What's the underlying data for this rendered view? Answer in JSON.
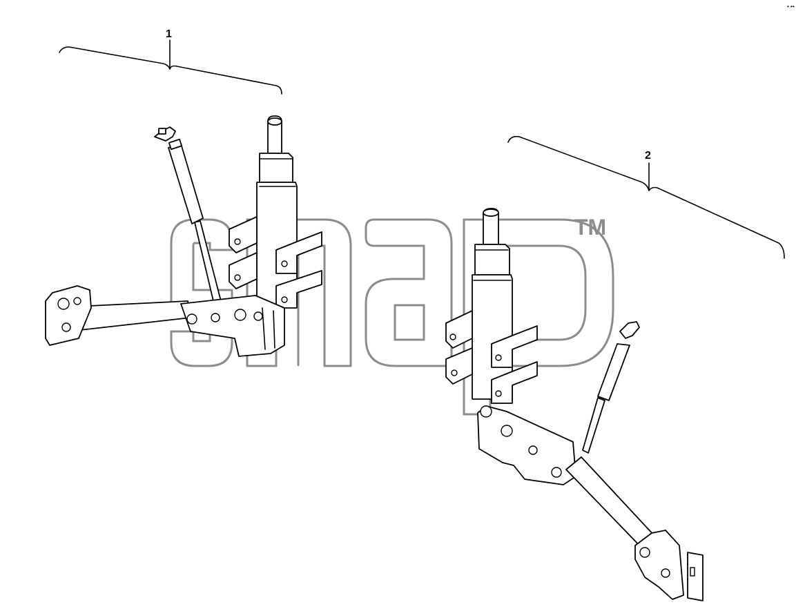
{
  "callouts": [
    {
      "number": "1"
    },
    {
      "number": "2"
    }
  ],
  "watermark": {
    "trademark": "TM",
    "color": "#8c8c8c"
  },
  "corner_mark": "• ••",
  "colors": {
    "line": "#000000",
    "background": "#ffffff"
  }
}
